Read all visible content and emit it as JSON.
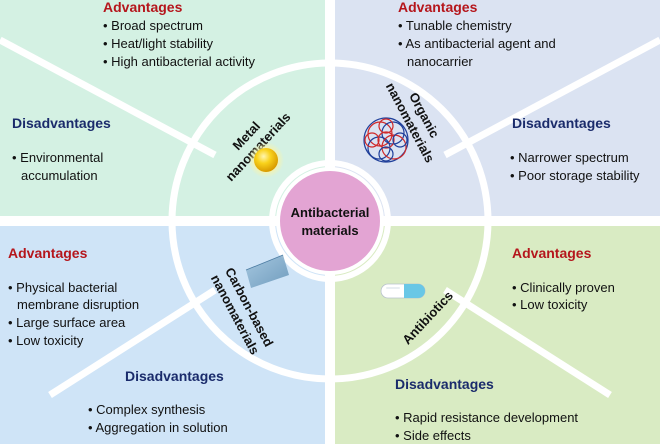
{
  "center": {
    "line1": "Antibacterial",
    "line2": "materials"
  },
  "colors": {
    "metal": "#d4f1e3",
    "organic": "#dbe3f2",
    "carbon": "#cfe4f7",
    "antibiotics": "#d9ebc3",
    "center": "#e3a4d3",
    "advantages_title": "#b5161c",
    "disadvantages_title": "#1a2b6b"
  },
  "quadrants": {
    "metal": {
      "ring_label": [
        "Metal",
        "nanomaterials"
      ],
      "advantages": {
        "title": "Advantages",
        "items": [
          "• Broad spectrum",
          "• Heat/light stability",
          "• High antibacterial activity"
        ]
      },
      "disadvantages": {
        "title": "Disadvantages",
        "items": [
          "• Environmental",
          "accumulation"
        ]
      },
      "icon": "gold-nanoparticle-icon"
    },
    "organic": {
      "ring_label": [
        "Organic",
        "nanomaterials"
      ],
      "advantages": {
        "title": "Advantages",
        "items": [
          "• Tunable chemistry",
          "• As antibacterial agent and",
          "nanocarrier"
        ]
      },
      "disadvantages": {
        "title": "Disadvantages",
        "items": [
          "• Narrower spectrum",
          "• Poor storage stability"
        ]
      },
      "icon": "polymer-network-icon"
    },
    "carbon": {
      "ring_label": [
        "Carbon-based",
        "nanomaterials"
      ],
      "advantages": {
        "title": "Advantages",
        "items": [
          "• Physical bacterial",
          "membrane disruption",
          "• Large surface area",
          "• Low toxicity"
        ]
      },
      "disadvantages": {
        "title": "Disadvantages",
        "items": [
          "• Complex synthesis",
          "• Aggregation in solution"
        ]
      },
      "icon": "graphene-sheet-icon"
    },
    "antibiotics": {
      "ring_label": [
        "Antibiotics"
      ],
      "advantages": {
        "title": "Advantages",
        "items": [
          "• Clinically proven",
          "• Low toxicity"
        ]
      },
      "disadvantages": {
        "title": "Disadvantages",
        "items": [
          "• Rapid resistance development",
          "• Side effects"
        ]
      },
      "icon": "capsule-icon"
    }
  }
}
